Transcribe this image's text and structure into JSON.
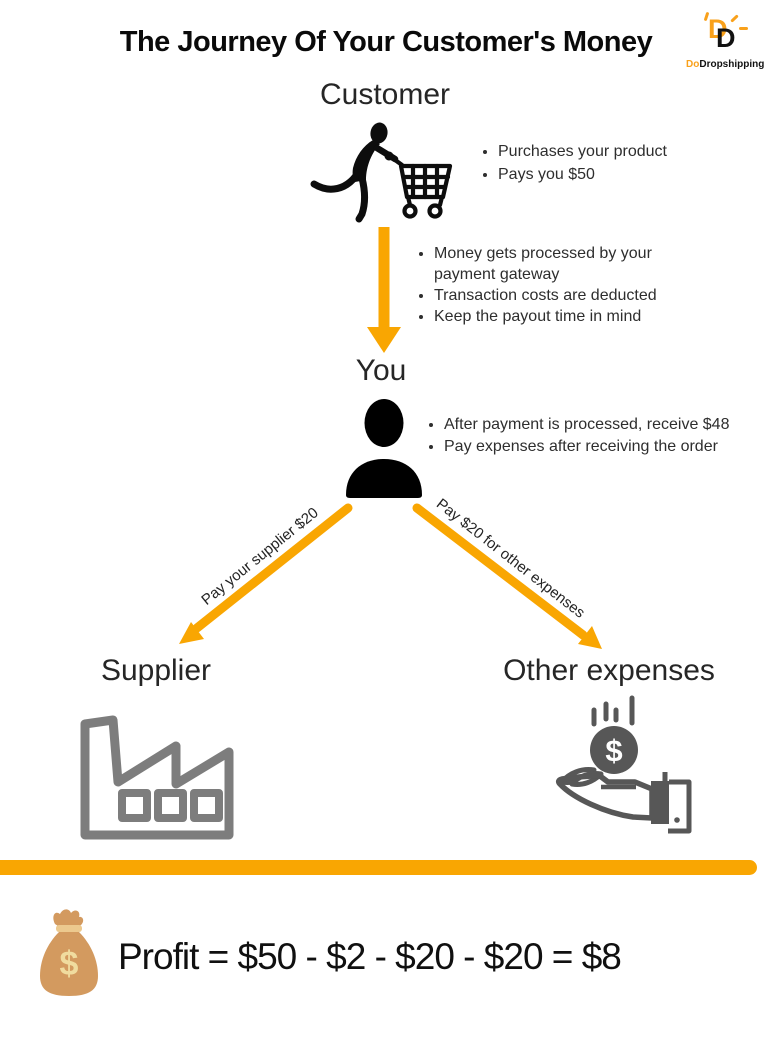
{
  "title": "The Journey Of Your Customer's Money",
  "logo": {
    "mark": "D",
    "name_orange": "Do",
    "name_black": "Dropshipping"
  },
  "colors": {
    "accent_orange": "#F9A602",
    "factory_gray": "#7D7D7D",
    "hand_gray": "#575757",
    "bag_tan": "#D39A5F",
    "text_dark": "#262626"
  },
  "customer": {
    "heading": "Customer",
    "icon": "person-pushing-shopping-cart-icon",
    "bullets": [
      "Purchases your product",
      "Pays you $50"
    ]
  },
  "gateway": {
    "bullets": [
      "Money gets processed by your payment gateway",
      "Transaction costs are deducted",
      "Keep the payout time in mind"
    ]
  },
  "you": {
    "heading": "You",
    "icon": "person-icon",
    "bullets": [
      "After payment is processed, receive $48",
      "Pay expenses after receiving the order"
    ]
  },
  "supplier": {
    "heading": "Supplier",
    "icon": "factory-icon",
    "arrow_label": "Pay your supplier $20"
  },
  "other_expenses": {
    "heading": "Other expenses",
    "icon": "hand-receiving-money-icon",
    "arrow_label": "Pay $20 for other expenses"
  },
  "profit": {
    "icon": "money-bag-icon",
    "formula": "Profit = $50 - $2 - $20 - $20 = $8"
  }
}
